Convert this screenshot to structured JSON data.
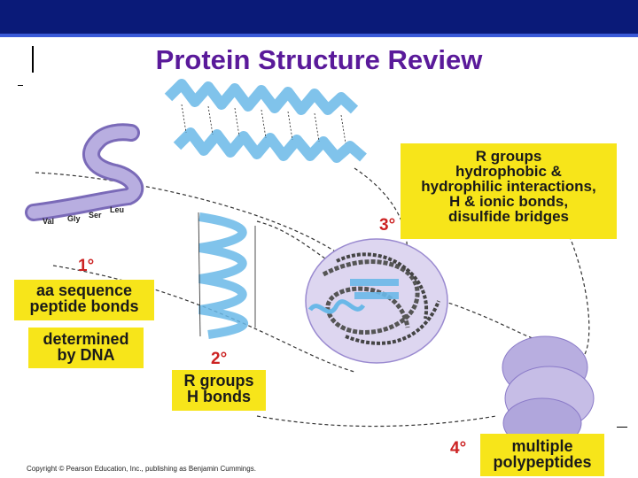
{
  "title": "Protein Structure Review",
  "primary": {
    "marker": "1°",
    "residues": [
      "Val",
      "Gly",
      "Ser",
      "Leu"
    ],
    "box_lines": [
      "aa sequence",
      "peptide bonds"
    ],
    "box2_lines": [
      "determined",
      "by DNA"
    ]
  },
  "secondary": {
    "marker": "2°",
    "box_lines": [
      "R groups",
      "H bonds"
    ]
  },
  "tertiary": {
    "marker": "3°",
    "box_lines": [
      "R groups",
      "hydrophobic &",
      "hydrophilic interactions,",
      "H & ionic bonds,",
      "disulfide bridges"
    ]
  },
  "quaternary": {
    "marker": "4°",
    "box_lines": [
      "multiple",
      "polypeptides"
    ]
  },
  "copyright": "Copyright © Pearson Education, Inc., publishing as Benjamin Cummings.",
  "colors": {
    "header": "#0a1a78",
    "title": "#5a1a9a",
    "box": "#f7e51a",
    "marker": "#cc2222",
    "sheet": "#6ab8e8",
    "ribbon": "#9a8ad0",
    "globule": "#b8aee0"
  }
}
